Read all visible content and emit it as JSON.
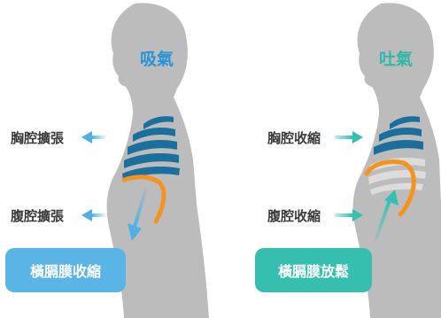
{
  "panels": {
    "inhale": {
      "title": "吸氣",
      "chest_label": "胸腔擴張",
      "abdomen_label": "腹腔擴張",
      "badge": "橫膈膜收縮"
    },
    "exhale": {
      "title": "吐氣",
      "chest_label": "胸腔收縮",
      "abdomen_label": "腹腔收縮",
      "badge": "橫膈膜放鬆"
    }
  },
  "colors": {
    "silhouette": "#bcbcbc",
    "title_blue": "#2a93d8",
    "title_teal": "#2fb8a6",
    "ribs_inhale": "#1a6f9c",
    "ribs_exhale_top": "#1a6f9c",
    "ribs_exhale_bottom": "#dcdcdc",
    "diaphragm": "#f4941f",
    "arrow_inhale": "#4fb0e6",
    "arrow_exhale": "#35c1b1",
    "badge_inhale": "#5ab4e5",
    "badge_exhale": "#36bfae"
  }
}
